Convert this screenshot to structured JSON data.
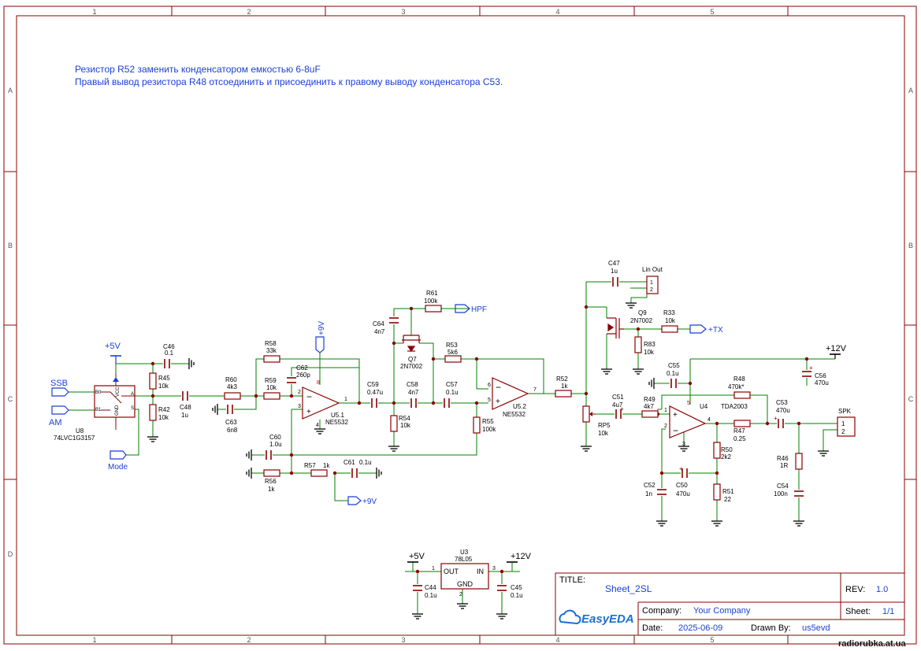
{
  "notes": {
    "line1": "Резистор R52 заменить конденсатором емкостью 6-8uF",
    "line2": "Правый вывод резистора R48 отсоединить и присоединить к правому выводу конденсатора C53."
  },
  "frame": {
    "columns": [
      "1",
      "2",
      "3",
      "4",
      "5"
    ],
    "rows": [
      "A",
      "B",
      "C",
      "D"
    ]
  },
  "nets": {
    "plus5v": "+5V",
    "plus9v": "+9V",
    "plus12v": "+12V",
    "ssb": "SSB",
    "am": "AM",
    "mode": "Mode",
    "hpf": "HPF",
    "tx": "+TX",
    "lin_out": "Lin Out",
    "spk": "SPK"
  },
  "components": {
    "U8": {
      "ref": "U8",
      "value": "74LVC1G3157",
      "pins": [
        "B0",
        "B1",
        "A",
        "S",
        "VCC",
        "GND"
      ]
    },
    "C46": {
      "ref": "C46",
      "value": "0.1"
    },
    "R45": {
      "ref": "R45",
      "value": "10k"
    },
    "R42": {
      "ref": "R42",
      "value": "10k"
    },
    "C48": {
      "ref": "C48",
      "value": "1u"
    },
    "R60": {
      "ref": "R60",
      "value": "4k3"
    },
    "C63": {
      "ref": "C63",
      "value": "6n8"
    },
    "R58": {
      "ref": "R58",
      "value": "33k"
    },
    "C62": {
      "ref": "C62",
      "value": "260p"
    },
    "R59": {
      "ref": "R59",
      "value": "10k"
    },
    "U5_1": {
      "ref": "U5.1",
      "value": "NE5532",
      "pins": [
        "2",
        "3",
        "1",
        "8",
        "4"
      ]
    },
    "C60": {
      "ref": "C60",
      "value": "1.0u"
    },
    "R56": {
      "ref": "R56",
      "value": "1k"
    },
    "R57": {
      "ref": "R57",
      "value": "1k"
    },
    "C61": {
      "ref": "C61",
      "value": "0.1u"
    },
    "C59": {
      "ref": "C59",
      "value": "0.47u"
    },
    "C64": {
      "ref": "C64",
      "value": "4n7"
    },
    "R61": {
      "ref": "R61",
      "value": "100k"
    },
    "Q7": {
      "ref": "Q7",
      "value": "2N7002"
    },
    "R53": {
      "ref": "R53",
      "value": "5k6"
    },
    "R54": {
      "ref": "R54",
      "value": "10k"
    },
    "C58": {
      "ref": "C58",
      "value": "4n7"
    },
    "C57": {
      "ref": "C57",
      "value": "0.1u"
    },
    "R55": {
      "ref": "R55",
      "value": "100k"
    },
    "U5_2": {
      "ref": "U5.2",
      "value": "NE5532",
      "pins": [
        "6",
        "5",
        "7"
      ]
    },
    "R52": {
      "ref": "R52",
      "value": "1k"
    },
    "C47": {
      "ref": "C47",
      "value": "1u"
    },
    "Q9": {
      "ref": "Q9",
      "value": "2N7002"
    },
    "R33": {
      "ref": "R33",
      "value": "10k"
    },
    "R83": {
      "ref": "R83",
      "value": "10k"
    },
    "RP5": {
      "ref": "RP5",
      "value": "10k"
    },
    "C51": {
      "ref": "C51",
      "value": "4u7"
    },
    "R49": {
      "ref": "R49",
      "value": "4k7"
    },
    "C55": {
      "ref": "C55",
      "value": "0.1u"
    },
    "R48": {
      "ref": "R48",
      "value": "470k*"
    },
    "U4": {
      "ref": "U4",
      "value": "TDA2003",
      "pins": [
        "1",
        "2",
        "3",
        "4",
        "5"
      ]
    },
    "C56": {
      "ref": "C56",
      "value": "470u"
    },
    "C53": {
      "ref": "C53",
      "value": "470u"
    },
    "R47": {
      "ref": "R47",
      "value": "0.25"
    },
    "R50": {
      "ref": "R50",
      "value": "2k2"
    },
    "R51": {
      "ref": "R51",
      "value": "22"
    },
    "C52": {
      "ref": "C52",
      "value": "1n"
    },
    "C50": {
      "ref": "C50",
      "value": "470u"
    },
    "R46": {
      "ref": "R46",
      "value": "1R"
    },
    "C54": {
      "ref": "C54",
      "value": "100n"
    },
    "U3": {
      "ref": "U3",
      "value": "78L05",
      "pins": [
        "OUT",
        "IN",
        "GND",
        "1",
        "3",
        "2"
      ]
    },
    "C44": {
      "ref": "C44",
      "value": "0.1u"
    },
    "C45": {
      "ref": "C45",
      "value": "0.1u"
    },
    "conn_lin_pins": [
      "1",
      "2"
    ],
    "conn_spk_pins": [
      "1",
      "2"
    ]
  },
  "title_block": {
    "title_label": "TITLE:",
    "title": "Sheet_2SL",
    "rev_label": "REV:",
    "rev": "1.0",
    "company_label": "Company:",
    "company": "Your Company",
    "sheet_label": "Sheet:",
    "sheet": "1/1",
    "date_label": "Date:",
    "date": "2025-06-09",
    "drawn_label": "Drawn By:",
    "drawn": "us5evd",
    "logo": "EasyEDA"
  },
  "watermark": "radiorubka.at.ua",
  "colors": {
    "frame": "#8b0000",
    "wire": "#008000",
    "part": "#8b0000",
    "text": "#000000",
    "net_label": "#1a3fd6",
    "pin_red": "#cc0000",
    "note": "#1a3fd6"
  }
}
